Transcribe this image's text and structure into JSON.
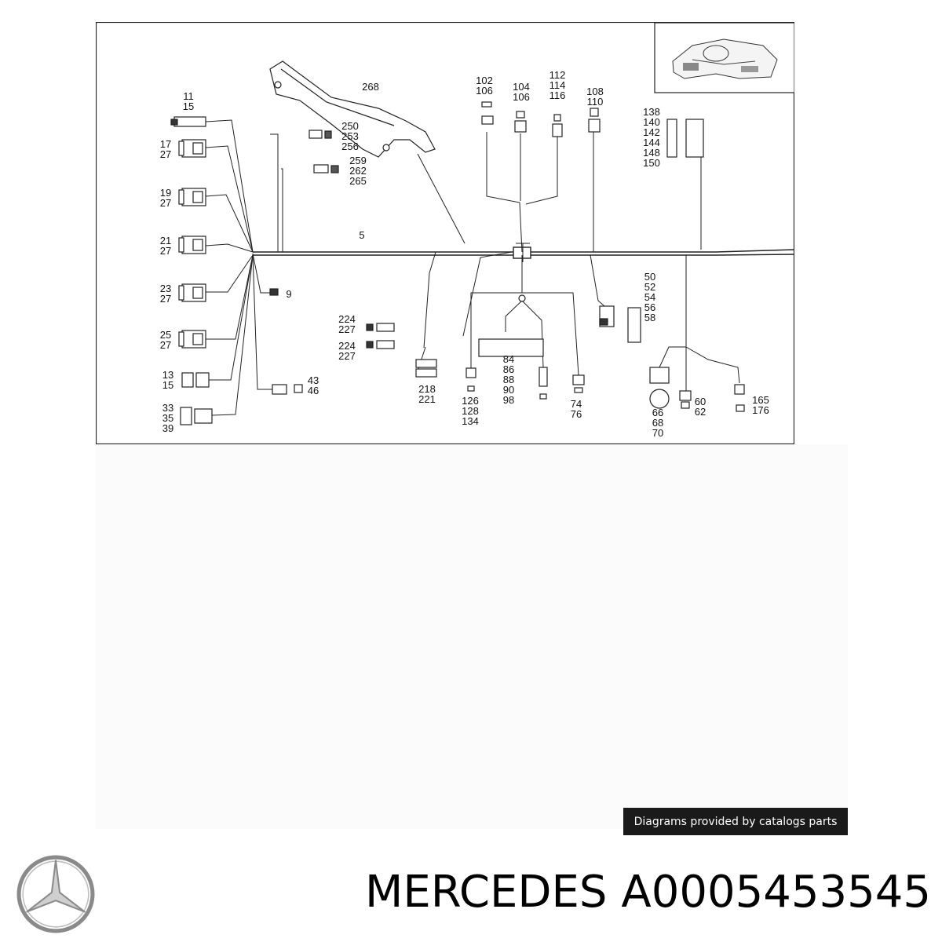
{
  "diagram": {
    "labels": {
      "l_11_15": [
        "11",
        "15"
      ],
      "l_17_27": [
        "17",
        "27"
      ],
      "l_19_27": [
        "19",
        "27"
      ],
      "l_21_27": [
        "21",
        "27"
      ],
      "l_23_27": [
        "23",
        "27"
      ],
      "l_25_27": [
        "25",
        "27"
      ],
      "l_13_15": [
        "13",
        "15"
      ],
      "l_33_39": [
        "33",
        "35",
        "39"
      ],
      "l_250": [
        "250",
        "253",
        "256"
      ],
      "l_259": [
        "259",
        "262",
        "265"
      ],
      "l_268": [
        "268"
      ],
      "l_5": [
        "5"
      ],
      "l_9": [
        "9"
      ],
      "l_43": [
        "43",
        "46"
      ],
      "l_224a": [
        "224",
        "227"
      ],
      "l_224b": [
        "224",
        "227"
      ],
      "l_218": [
        "218",
        "221"
      ],
      "l_102": [
        "102",
        "106"
      ],
      "l_104": [
        "104",
        "106"
      ],
      "l_112": [
        "112",
        "114",
        "116"
      ],
      "l_108": [
        "108",
        "110"
      ],
      "l_138": [
        "138",
        "140",
        "142",
        "144",
        "148",
        "150"
      ],
      "l_126": [
        "126",
        "128",
        "134"
      ],
      "l_84": [
        "84",
        "86",
        "88",
        "90",
        "98"
      ],
      "l_74": [
        "74",
        "76"
      ],
      "l_50": [
        "50",
        "52",
        "54",
        "56",
        "58"
      ],
      "l_66": [
        "66",
        "68",
        "70"
      ],
      "l_60": [
        "60",
        "62"
      ],
      "l_165": [
        "165",
        "176"
      ]
    }
  },
  "credit": "Diagrams provided by catalogs parts",
  "title": {
    "brand": "MERCEDES",
    "part_number": "A0005453545"
  },
  "colors": {
    "line": "#222222",
    "badge_bg": "#1a1a1a",
    "logo": "#8a8a8a"
  }
}
